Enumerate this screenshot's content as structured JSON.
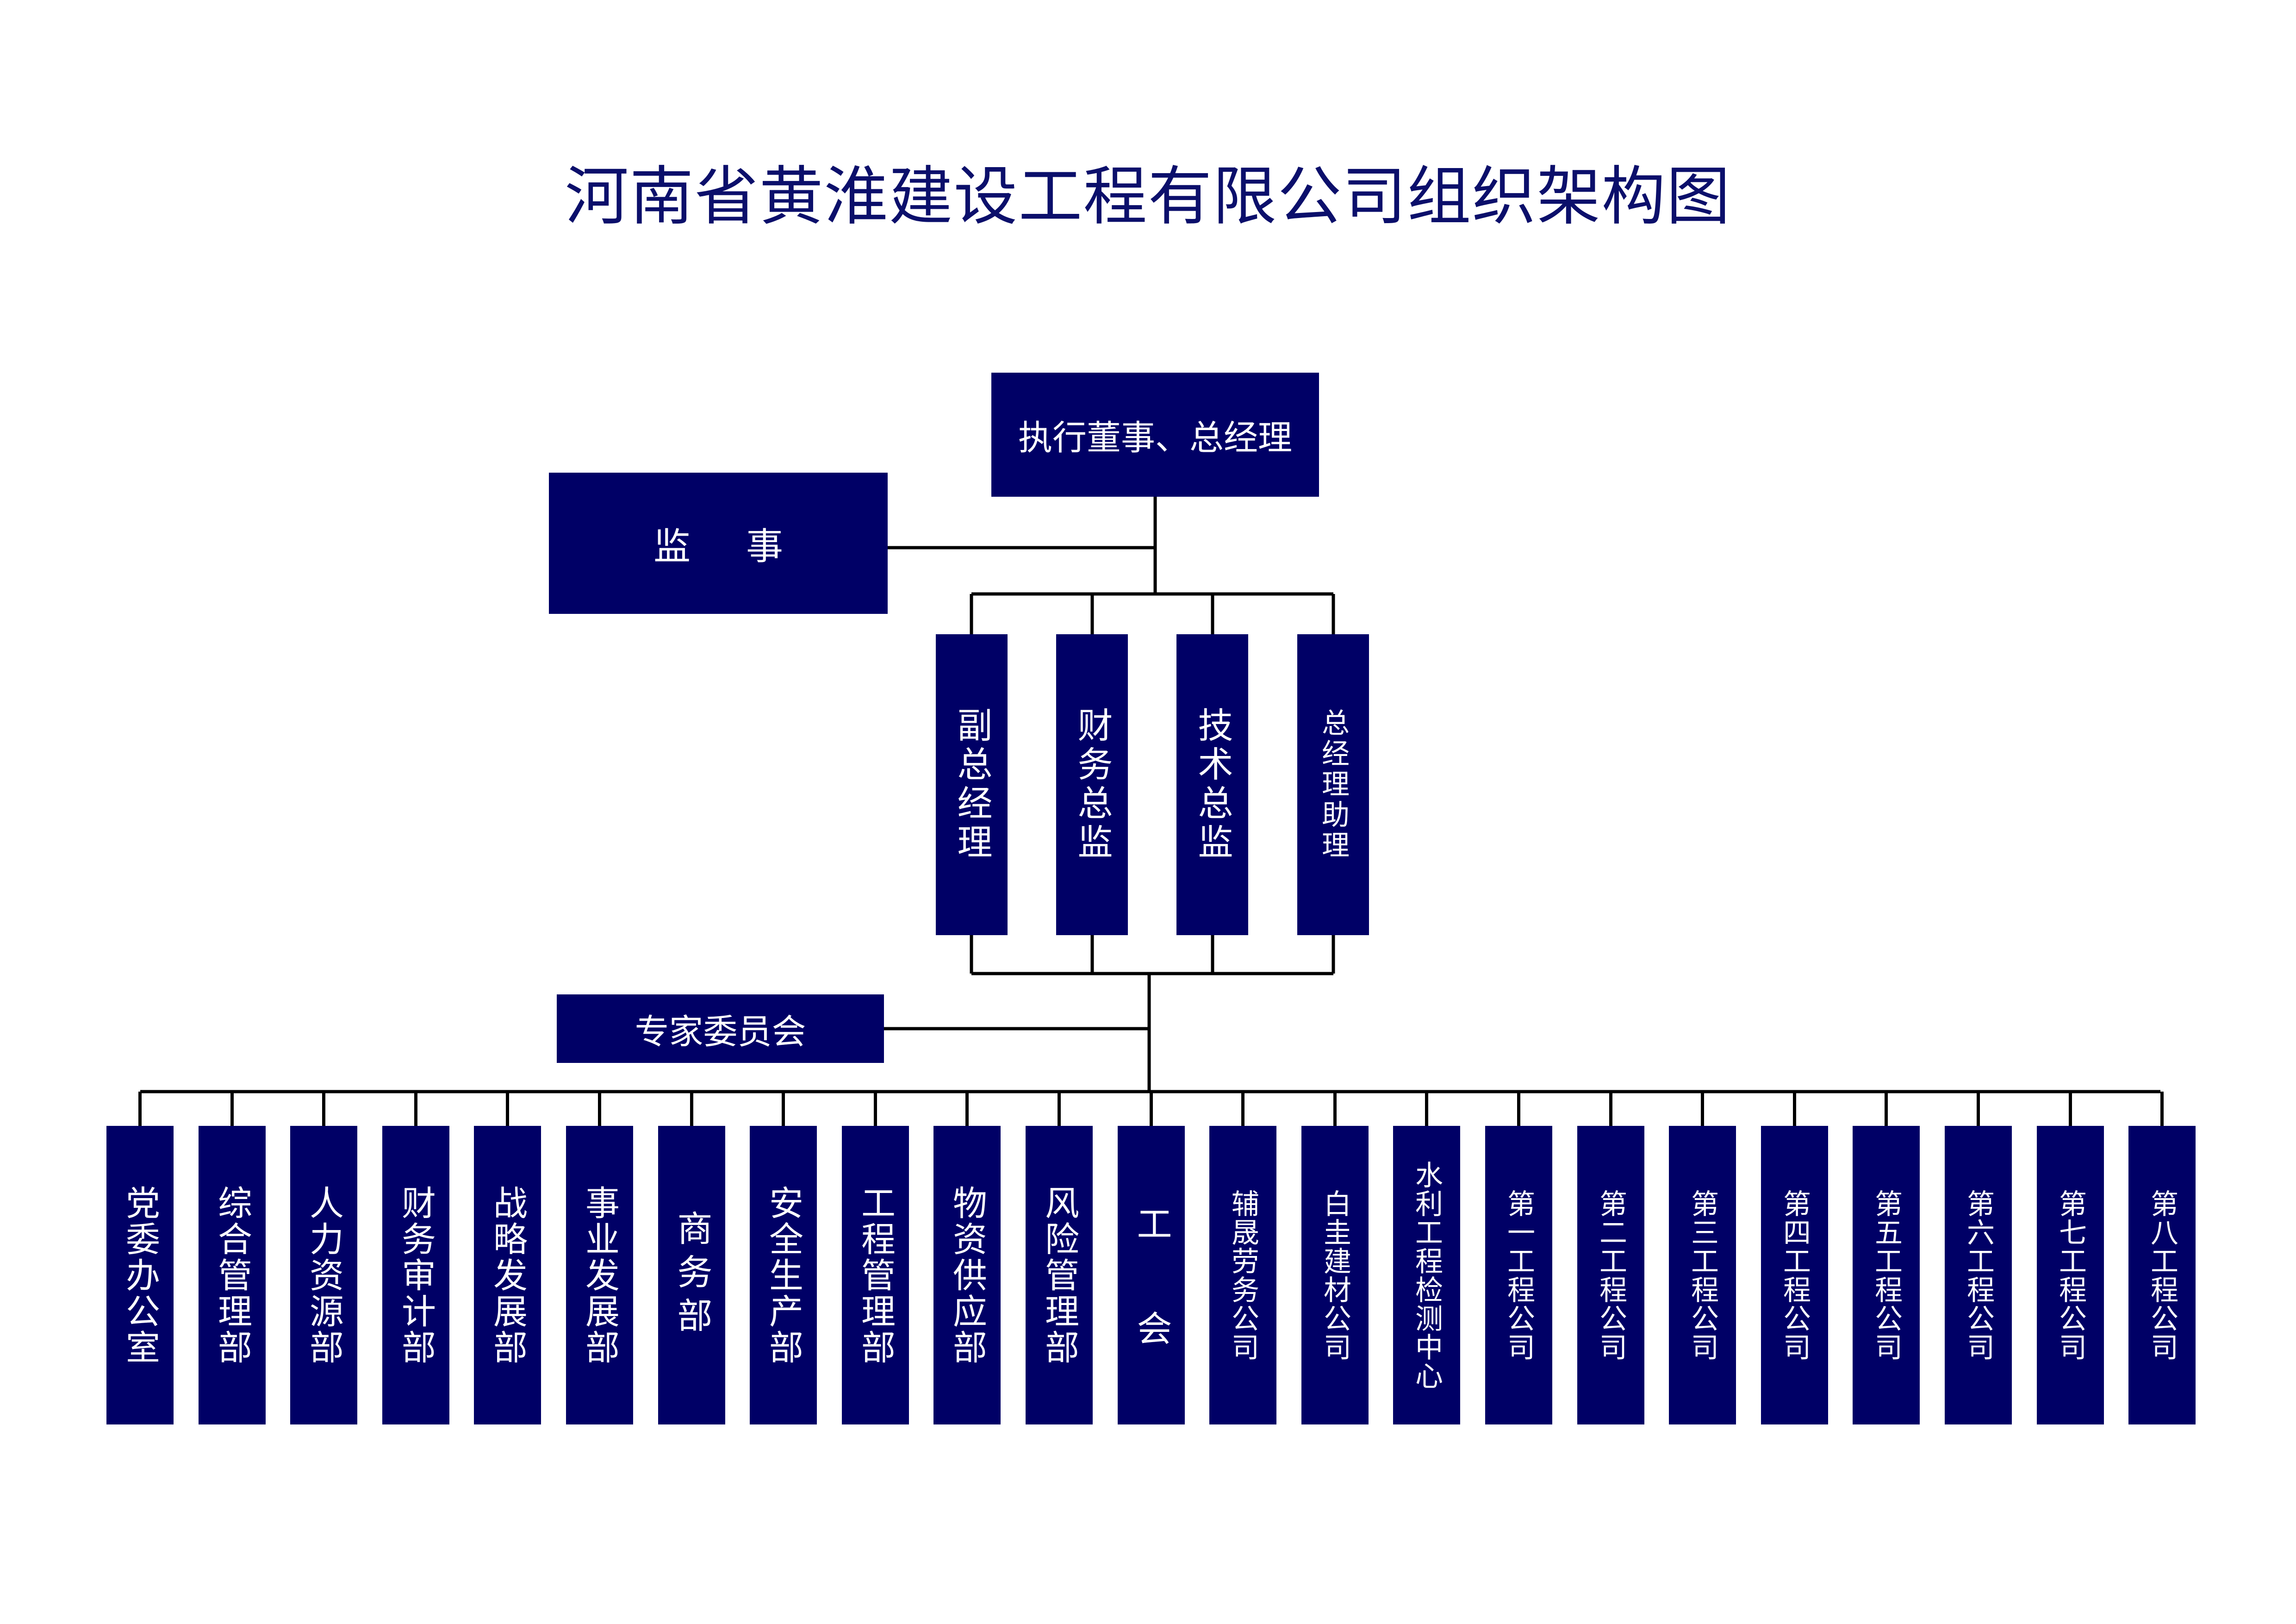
{
  "title": "河南省黄淮建设工程有限公司组织架构图",
  "colors": {
    "box": "#000066",
    "title": "#0b0f6b",
    "line": "#000000"
  },
  "top": {
    "executive": "执行董事、总经理",
    "supervisor_a": "监",
    "supervisor_b": "事"
  },
  "leaders": [
    "副总经理",
    "财务总监",
    "技术总监",
    "总经理助理"
  ],
  "expert_committee": "专家委员会",
  "departments": [
    "党委办公室",
    "综合管理部",
    "人力资源部",
    "财务审计部",
    "战略发展部",
    "事业发展部",
    "商务部",
    "安全生产部",
    "工程管理部",
    "物资供应部",
    "风险管理部",
    "工会",
    "辅晟劳务公司",
    "白圭建材公司",
    "水利工程检测中心",
    "第一工程公司",
    "第二工程公司",
    "第三工程公司",
    "第四工程公司",
    "第五工程公司",
    "第六工程公司",
    "第七工程公司",
    "第八工程公司"
  ]
}
